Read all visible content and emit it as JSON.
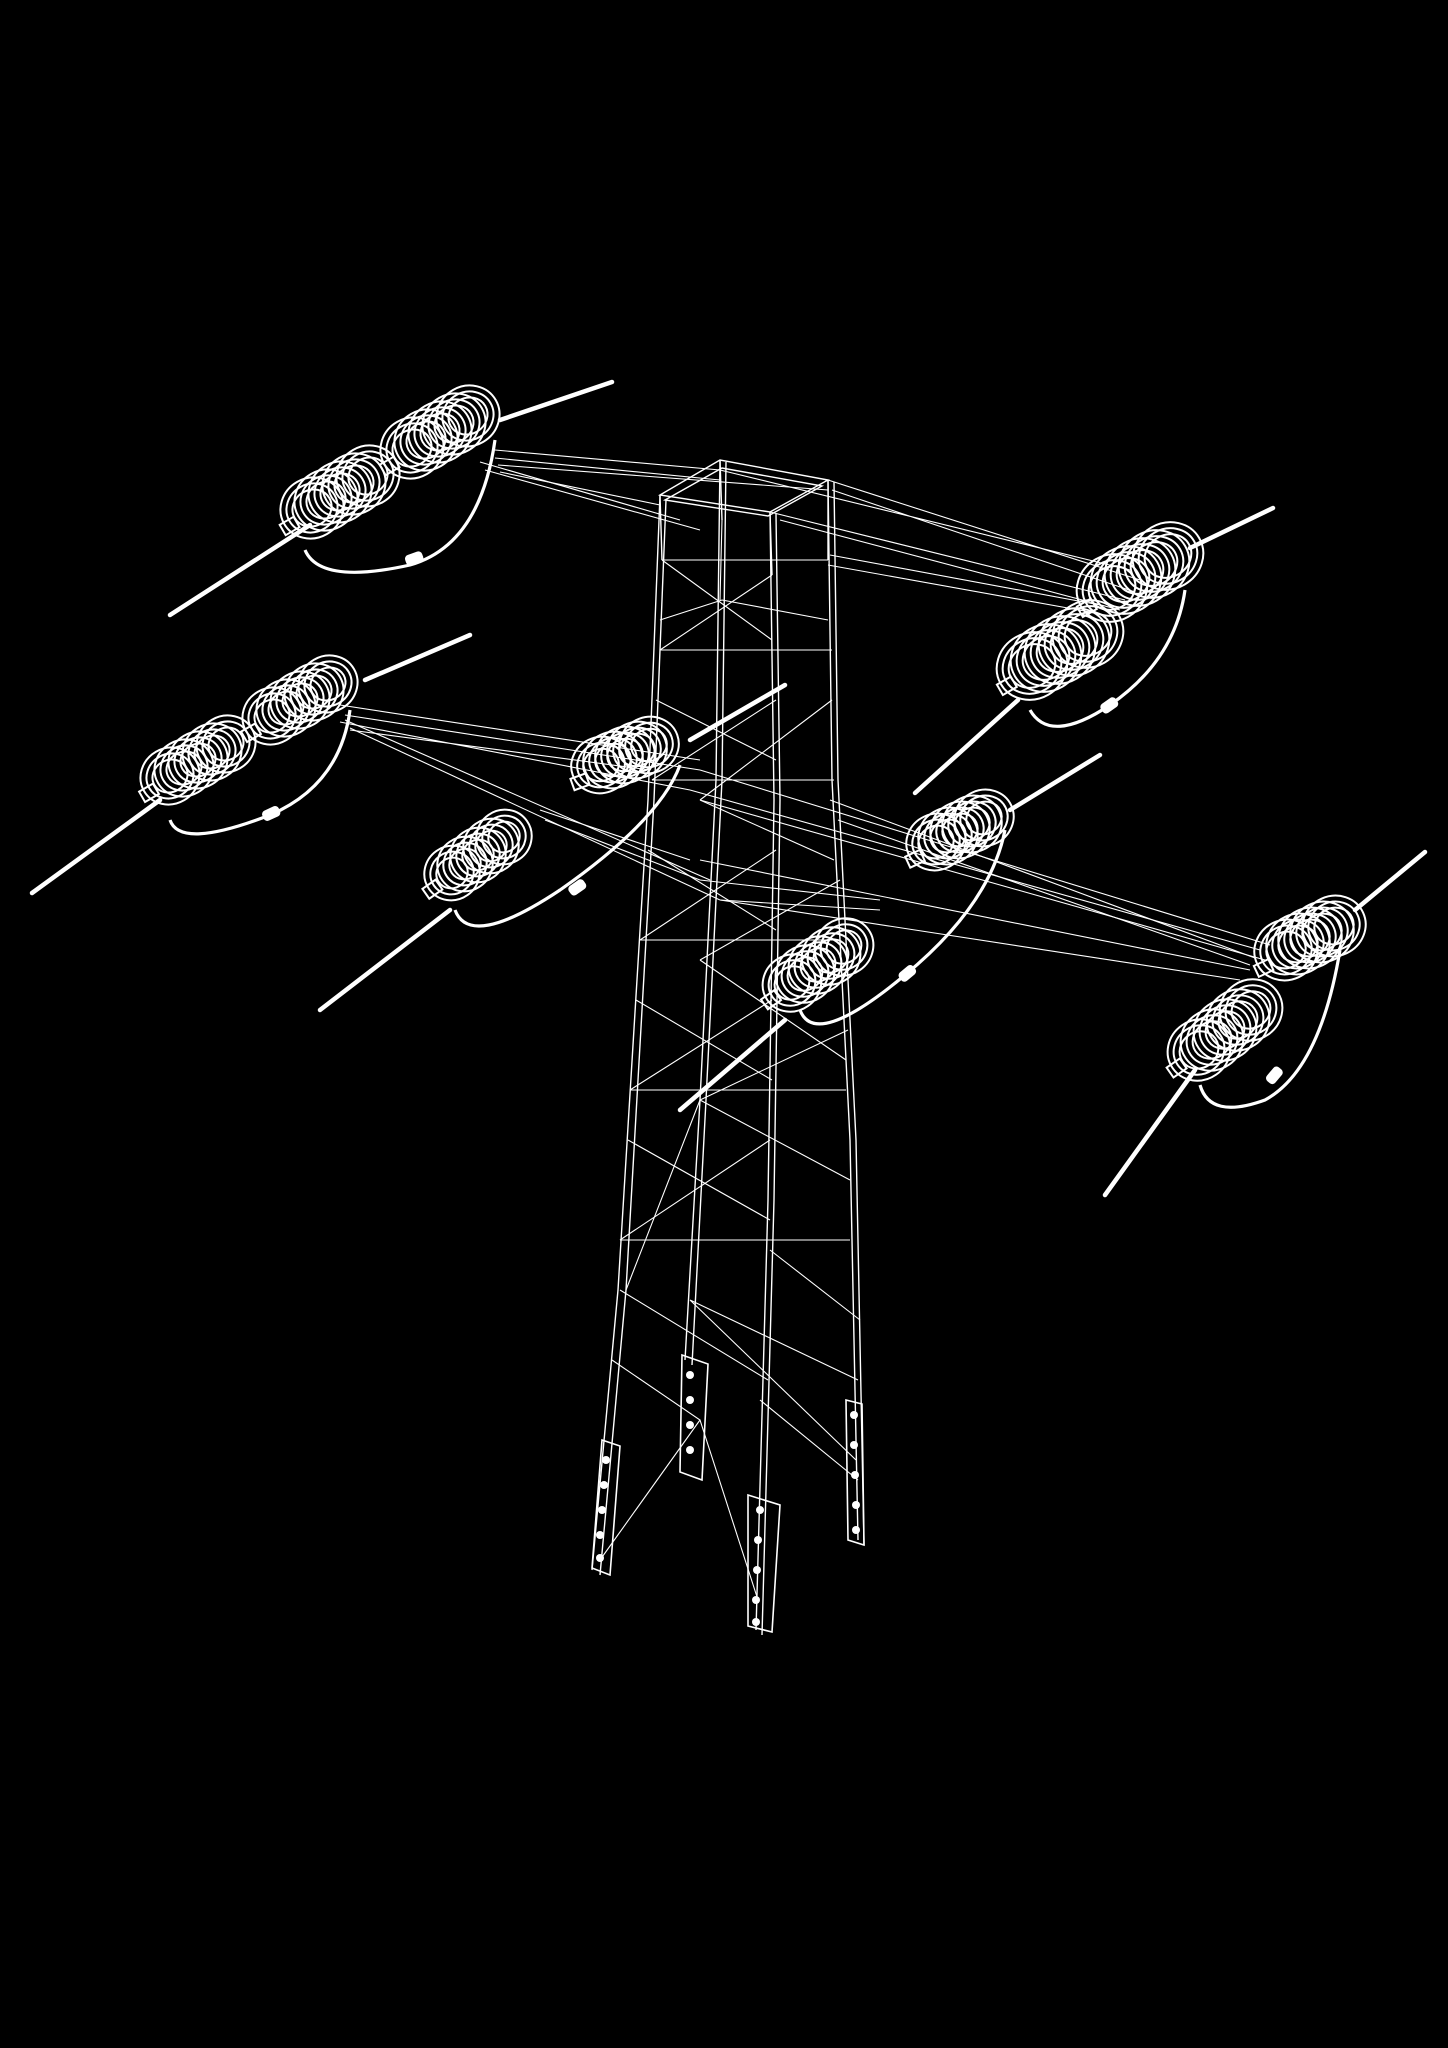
{
  "image": {
    "subject": "transmission-tower-wireframe",
    "style": "white-line-art-on-black",
    "colors": {
      "background": "#000000",
      "line": "#ffffff"
    },
    "counts": {
      "crossarms": 3,
      "insulator_assemblies": 6,
      "tower_legs": 4
    }
  }
}
